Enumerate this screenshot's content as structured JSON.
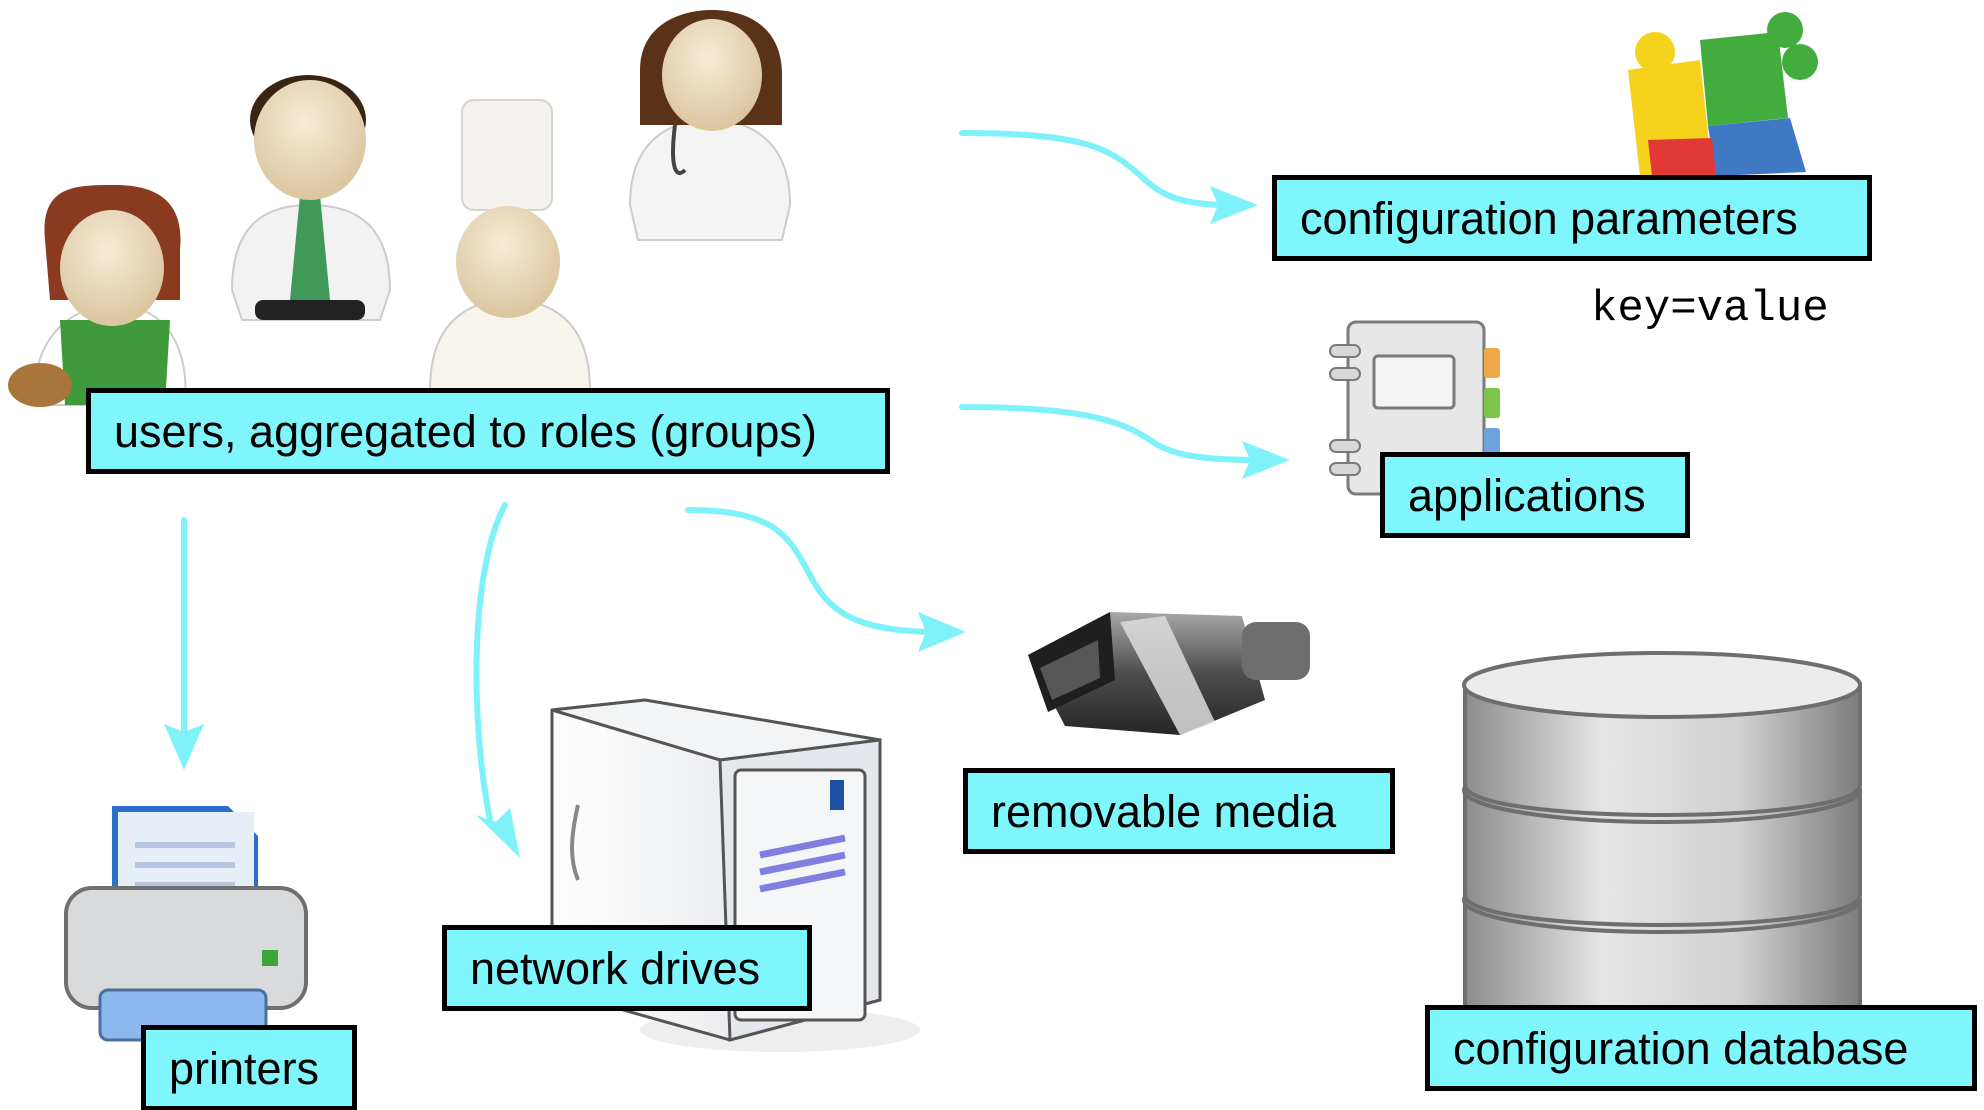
{
  "labels": {
    "users": "users, aggregated to roles (groups)",
    "config_params": "configuration parameters",
    "key_value": "key=value",
    "applications": "applications",
    "removable_media": "removable media",
    "network_drives": "network drives",
    "printers": "printers",
    "config_db": "configuration database"
  },
  "icons": [
    "painter-user-icon",
    "office-user-icon",
    "chef-user-icon",
    "doctor-user-icon",
    "puzzle-icon",
    "notebook-icon",
    "usb-stick-icon",
    "server-icon",
    "printer-icon",
    "database-icon"
  ],
  "colors": {
    "label_fill": "#7ff6fb",
    "arrow": "#7ff2f9",
    "border": "#000000"
  }
}
